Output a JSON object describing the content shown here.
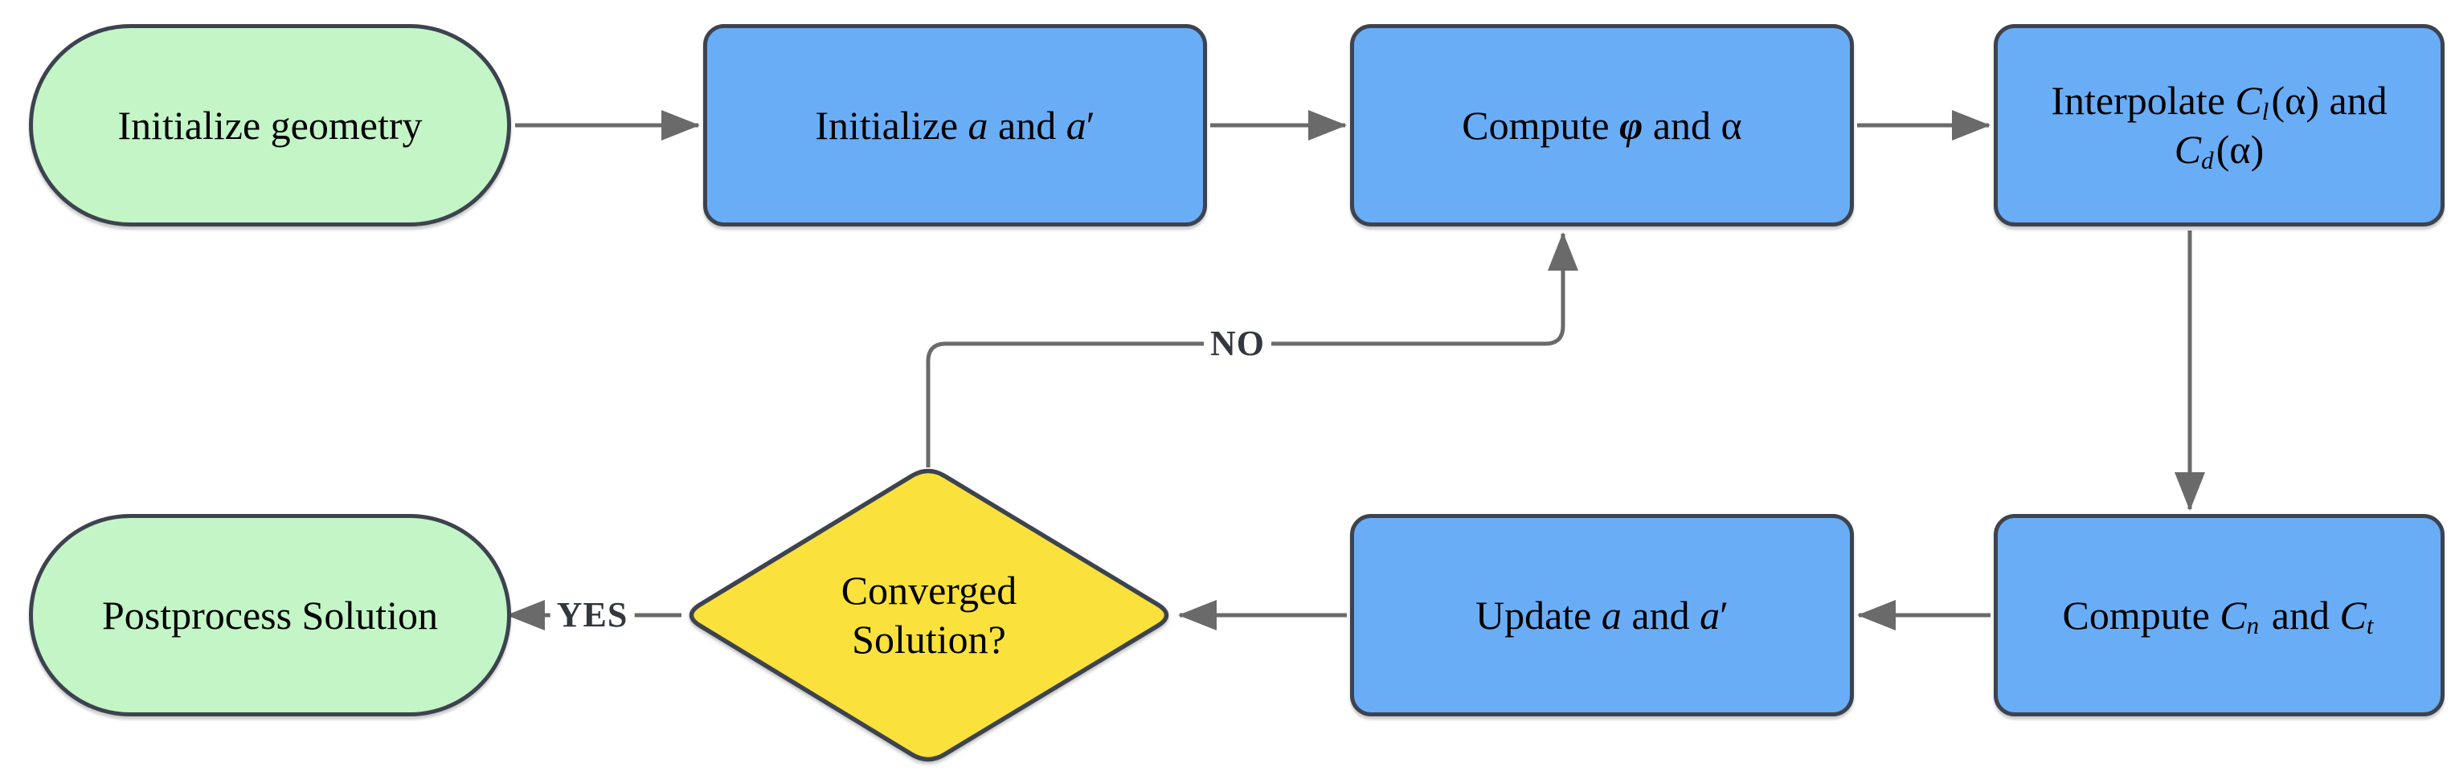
{
  "diagram": {
    "type": "flowchart",
    "colors": {
      "process_fill": "#6AADF7",
      "terminator_fill": "#C3F5C6",
      "decision_fill": "#FAE13C",
      "node_border": "#3D434E",
      "connector": "#6A6A6A",
      "node_text": "#000000",
      "edge_label_text": "#33373E",
      "background": "#FFFFFF"
    },
    "nodes": {
      "init_geometry": {
        "shape": "terminator",
        "text": "Initialize geometry",
        "lines": [
          [
            {
              "t": "Initialize geometry",
              "s": "p"
            }
          ]
        ]
      },
      "init_induction": {
        "shape": "process",
        "text": "Initialize a and a′",
        "lines": [
          [
            {
              "t": "Initialize ",
              "s": "p"
            },
            {
              "t": "a",
              "s": "v"
            },
            {
              "t": " and ",
              "s": "p"
            },
            {
              "t": "a",
              "s": "v"
            },
            {
              "t": "′",
              "s": "p"
            }
          ]
        ]
      },
      "compute_phi_alpha": {
        "shape": "process",
        "text": "Compute φ and α",
        "lines": [
          [
            {
              "t": "Compute ",
              "s": "p"
            },
            {
              "t": "φ",
              "s": "vb"
            },
            {
              "t": " and ",
              "s": "p"
            },
            {
              "t": "α",
              "s": "p"
            }
          ]
        ]
      },
      "interpolate_coeffs": {
        "shape": "process",
        "text": "Interpolate Cl(α) and Cd(α)",
        "lines": [
          [
            {
              "t": "Interpolate ",
              "s": "p"
            },
            {
              "t": "C",
              "s": "v"
            },
            {
              "t": "l",
              "s": "sub"
            },
            {
              "t": "(α) and",
              "s": "p"
            }
          ],
          [
            {
              "t": "C",
              "s": "v"
            },
            {
              "t": "d",
              "s": "sub"
            },
            {
              "t": "(α)",
              "s": "p"
            }
          ]
        ]
      },
      "compute_cn_ct": {
        "shape": "process",
        "text": "Compute Cn and Ct",
        "lines": [
          [
            {
              "t": "Compute ",
              "s": "p"
            },
            {
              "t": "C",
              "s": "v"
            },
            {
              "t": "n",
              "s": "sub"
            },
            {
              "t": " and ",
              "s": "p"
            },
            {
              "t": "C",
              "s": "v"
            },
            {
              "t": "t",
              "s": "sub"
            }
          ]
        ]
      },
      "update_induction": {
        "shape": "process",
        "text": "Update a and a′",
        "lines": [
          [
            {
              "t": "Update ",
              "s": "p"
            },
            {
              "t": "a",
              "s": "v"
            },
            {
              "t": " and ",
              "s": "p"
            },
            {
              "t": "a",
              "s": "v"
            },
            {
              "t": "′",
              "s": "p"
            }
          ]
        ]
      },
      "converged": {
        "shape": "decision",
        "text": "Converged Solution?",
        "lines": [
          [
            {
              "t": "Converged",
              "s": "p"
            }
          ],
          [
            {
              "t": "Solution?",
              "s": "p"
            }
          ]
        ]
      },
      "postprocess": {
        "shape": "terminator",
        "text": "Postprocess Solution",
        "lines": [
          [
            {
              "t": "Postprocess Solution",
              "s": "p"
            }
          ]
        ]
      }
    },
    "edges": [
      {
        "from": "init_geometry",
        "to": "init_induction",
        "label": ""
      },
      {
        "from": "init_induction",
        "to": "compute_phi_alpha",
        "label": ""
      },
      {
        "from": "compute_phi_alpha",
        "to": "interpolate_coeffs",
        "label": ""
      },
      {
        "from": "interpolate_coeffs",
        "to": "compute_cn_ct",
        "label": ""
      },
      {
        "from": "compute_cn_ct",
        "to": "update_induction",
        "label": ""
      },
      {
        "from": "update_induction",
        "to": "converged",
        "label": ""
      },
      {
        "from": "converged",
        "to": "compute_phi_alpha",
        "label": "NO"
      },
      {
        "from": "converged",
        "to": "postprocess",
        "label": "YES"
      }
    ]
  }
}
